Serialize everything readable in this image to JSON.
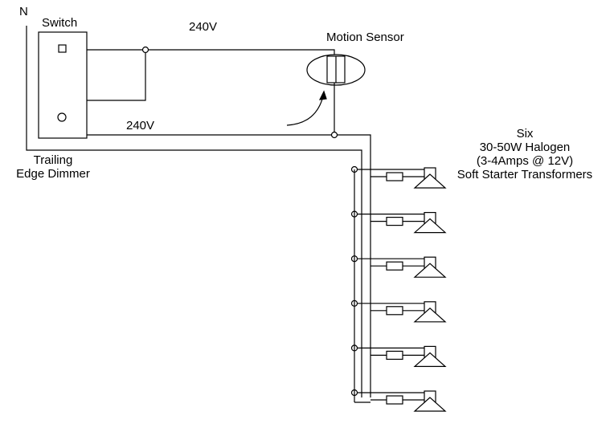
{
  "labels": {
    "neutral": "N",
    "switch": "Switch",
    "voltage_top": "240V",
    "voltage_bottom": "240V",
    "motion_sensor": "Motion Sensor",
    "dimmer_line1": "Trailing",
    "dimmer_line2": "Edge Dimmer",
    "lamps_line1": "Six",
    "lamps_line2": "30-50W Halogen",
    "lamps_line3": "(3-4Amps @ 12V)",
    "lamps_line4": "Soft Starter Transformers"
  },
  "lamp_branches": 6,
  "colors": {
    "ink": "#000000",
    "background": "#ffffff"
  }
}
